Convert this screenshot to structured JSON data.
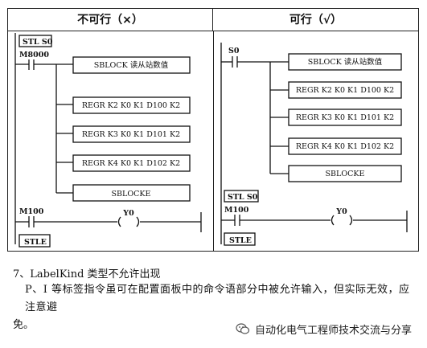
{
  "table": {
    "left_header": "不可行（×）",
    "right_header": "可行（√）"
  },
  "left_diagram": {
    "stl_box": "STL S0",
    "contact_top": "M8000",
    "instr_1": "SBLOCK   读从站数值",
    "instr_2": "REGR  K2  K0  K1  D100  K2",
    "instr_3": "REGR  K3  K0  K1  D101  K2",
    "instr_4": "REGR  K4  K0  K1  D102  K2",
    "instr_5": "SBLOCKE",
    "contact_bottom": "M100",
    "coil": "Y0",
    "stle_box": "STLE"
  },
  "right_diagram": {
    "contact_top": "S0",
    "instr_1": "SBLOCK   读从站数值",
    "instr_2": "REGR  K2  K0  K1  D100  K2",
    "instr_3": "REGR  K3  K0  K1  D101  K2",
    "instr_4": "REGR  K4  K0  K1  D102  K2",
    "instr_5": "SBLOCKE",
    "stl_box": "STL S0",
    "contact_bottom": "M100",
    "coil": "Y0",
    "stle_box": "STLE"
  },
  "text": {
    "heading": "7、LabelKind 类型不允许出现",
    "para_line1": "P、I 等标签指令虽可在配置面板中的命令语部分中被允许输入，但实际无效，应注意避",
    "para_line2": "免。"
  },
  "watermark": {
    "label": "自动化电气工程师技术交流与分享"
  }
}
